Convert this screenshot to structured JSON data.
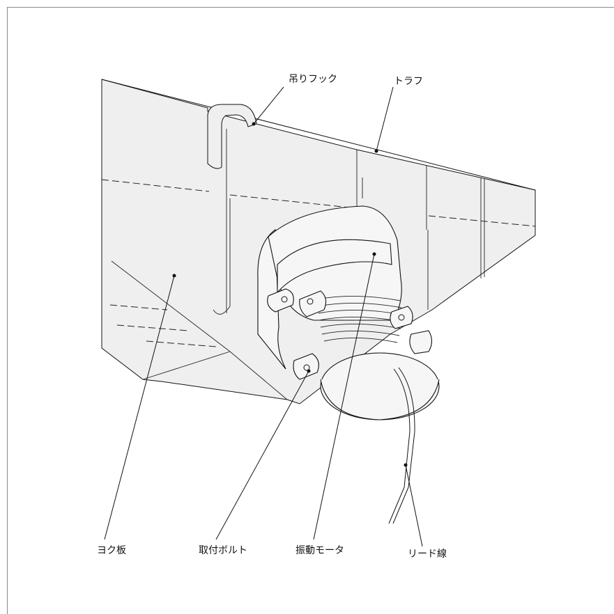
{
  "labels": {
    "hook": "吊りフック",
    "trough": "トラフ",
    "yoke_plate": "ヨク板",
    "mounting_bolt": "取付ボルト",
    "vibration_motor": "振動モータ",
    "lead_wire": "リード線"
  }
}
